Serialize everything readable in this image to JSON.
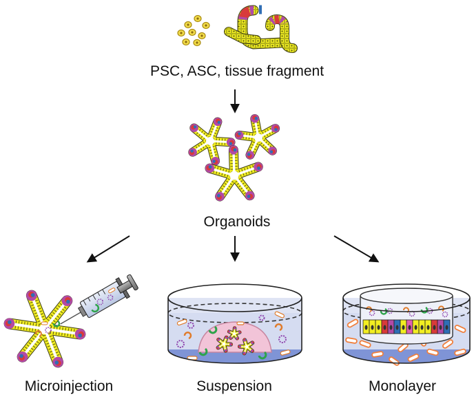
{
  "labels": {
    "sources": "PSC, ASC, tissue fragment",
    "organoids": "Organoids",
    "microinjection": "Microinjection",
    "suspension": "Suspension",
    "monolayer": "Monolayer"
  },
  "colors": {
    "epithelium": "#f2ee22",
    "cell_outline": "#7a7a10",
    "cell_purple": "#b14aa6",
    "cell_red": "#d83a3a",
    "cell_blue": "#2f6eb5",
    "matrix_pink": "#f2c4d8",
    "medium_blue": "#a9b6e6",
    "dish_line": "#333333",
    "bacteria_orange": "#f07f3c"
  }
}
